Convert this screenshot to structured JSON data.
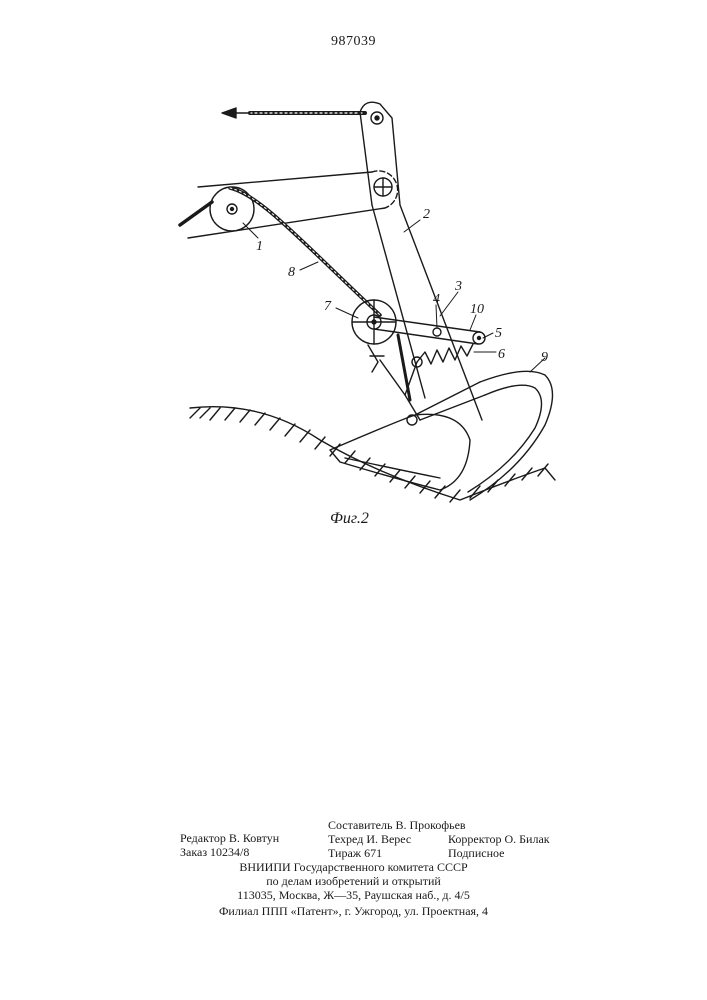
{
  "header": {
    "patent_number": "987039"
  },
  "figure": {
    "caption": "Фиг.2",
    "part_labels": [
      "1",
      "2",
      "3",
      "4",
      "5",
      "6",
      "7",
      "8",
      "9",
      "10"
    ]
  },
  "colophon": {
    "editor": "Редактор В. Ковтун",
    "order": "Заказ 10234/8",
    "compiler": "Составитель В. Прокофьев",
    "techred": "Техред И. Верес",
    "circulation": "Тираж 671",
    "corrector": "Корректор О. Билак",
    "subscription": "Подписное",
    "institute_line1": "ВНИИПИ  Государственного  комитета  СССР",
    "institute_line2": "по  делам  изобретений  и  открытий",
    "address": "113035,  Москва,  Ж—35,  Раушская  наб.,  д.  4/5",
    "branch": "Филиал  ППП  «Патент»,  г.  Ужгород,  ул.  Проектная,  4"
  }
}
